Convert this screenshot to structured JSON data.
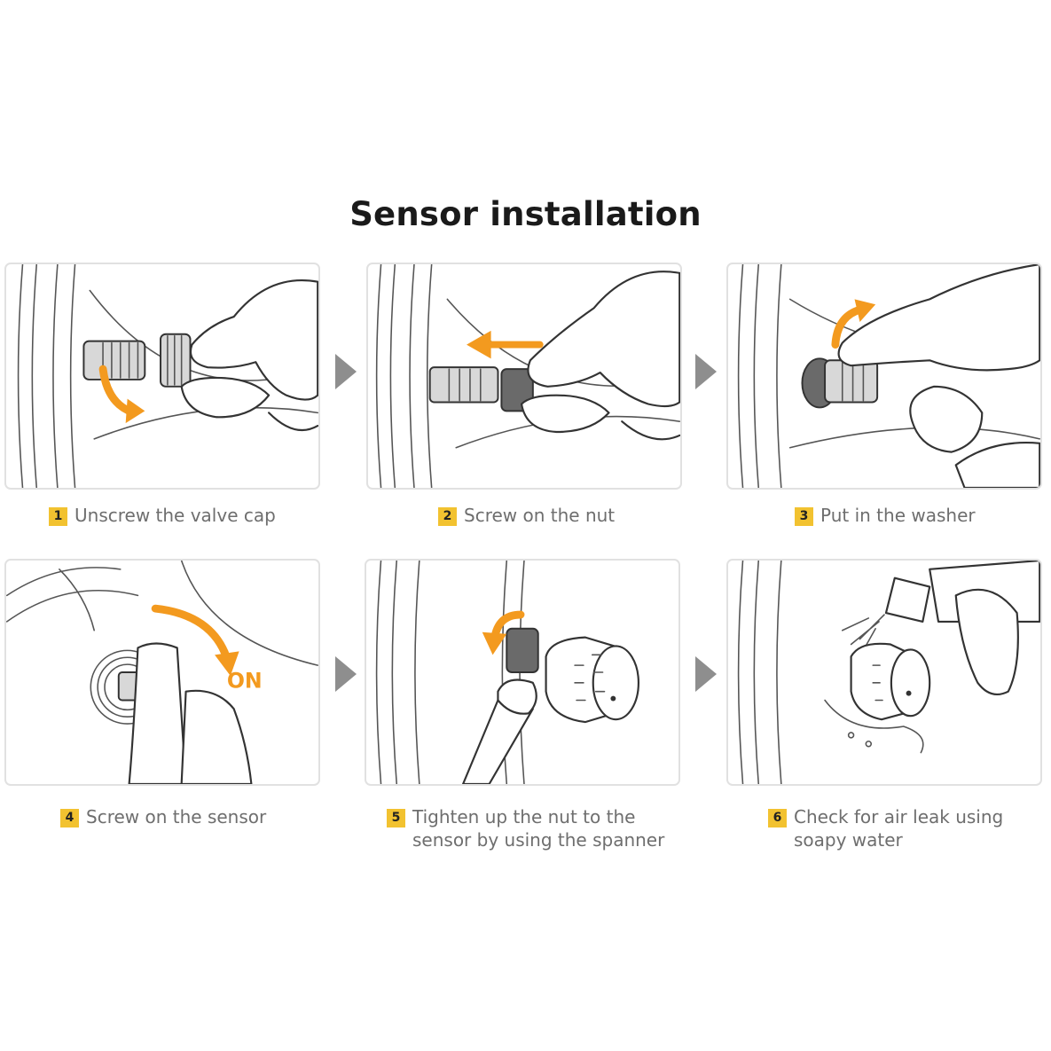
{
  "title": "Sensor installation",
  "accent_color": "#f39a1f",
  "badge_color": "#f2c230",
  "steps": [
    {
      "number": "1",
      "lines": [
        "Unscrew the valve cap"
      ]
    },
    {
      "number": "2",
      "lines": [
        "Screw on the nut"
      ]
    },
    {
      "number": "3",
      "lines": [
        "Put in the washer"
      ]
    },
    {
      "number": "4",
      "lines": [
        "Screw on the sensor"
      ]
    },
    {
      "number": "5",
      "lines": [
        "Tighten up the nut to the",
        "sensor by using the spanner"
      ]
    },
    {
      "number": "6",
      "lines": [
        "Check for air leak using",
        "soapy water"
      ]
    }
  ],
  "panel4_label": "ON",
  "icons": [
    "next-step-arrow-icon",
    "curved-arrow-icon"
  ]
}
